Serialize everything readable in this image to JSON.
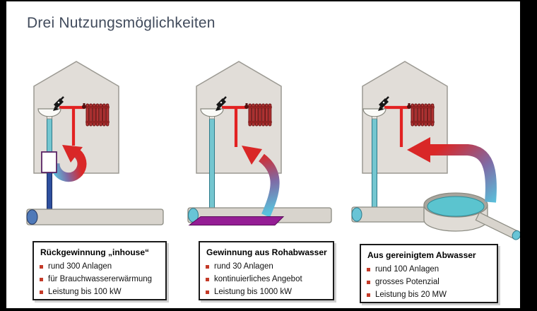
{
  "title": "Drei Nutzungsmöglichkeiten",
  "boxes": [
    {
      "title": "Rückgewinnung „inhouse“",
      "items": [
        "rund 300 Anlagen",
        "für Brauchwassererwärmung",
        "Leistung bis 100 kW"
      ]
    },
    {
      "title": "Gewinnung aus Rohabwasser",
      "items": [
        "rund 30 Anlagen",
        "kontinuierliches Angebot",
        "Leistung bis 1000 kW"
      ]
    },
    {
      "title": "Aus gereinigtem Abwasser",
      "items": [
        "rund 100 Anlagen",
        "grosses Potenzial",
        "Leistung bis 20 MW"
      ]
    }
  ],
  "icons": {
    "house": "pentagon house outline",
    "faucet": "black tap spraying into sink",
    "sink": "white wash basin",
    "radiator": "red heating radiator",
    "heat_flow_arrow": "curved arrow cold-to-hot gradient",
    "sewer_pipe": "gray horizontal sewer pipe",
    "heat_exchanger_box": "white in-house heat exchanger",
    "sewer_heat_exchanger": "purple strip in sewer",
    "treatment_basin": "round clarifier basin with water",
    "outlet_pipe": "pipe leaving basin"
  },
  "colors": {
    "title_text": "#414b5c",
    "bullet": "#c43a28",
    "hot_pipe_red": "#e22222",
    "arrow_red": "#d92727",
    "cold_water_cyan": "#68c4d6",
    "drain_teal": "#74c6d0",
    "sewage_blue": "#2e4f9e",
    "sewer_cap_blue": "#4f79b8",
    "sewer_pipe_gray": "#d8d4cd",
    "heat_exchanger_purple": "#941d94",
    "radiator_red": "#b13333",
    "house_fill": "#e1ddd8",
    "basin_water": "#5bc4cf",
    "basin_rim": "#a8a59d",
    "frame_black": "#000000"
  }
}
